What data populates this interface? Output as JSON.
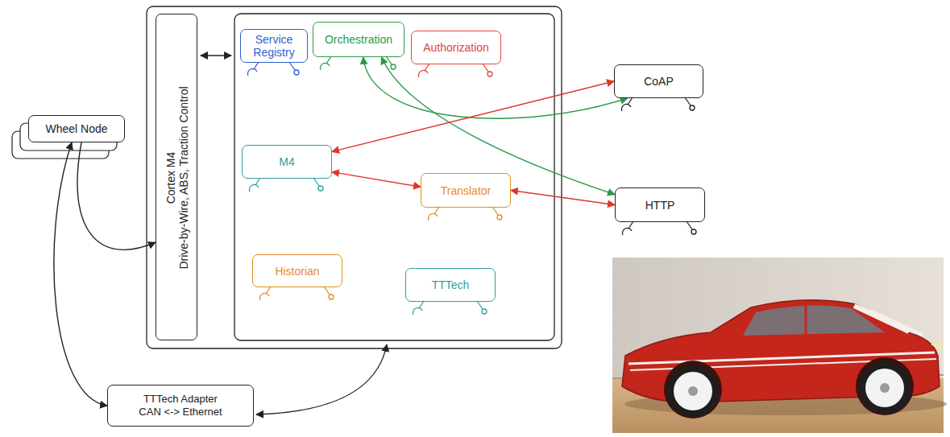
{
  "diagram": {
    "nodes": [
      {
        "text": [
          "Wheel Node"
        ]
      },
      {
        "text": [
          "Cortex M4",
          "Drive-by-Wire, ABS, Traction Control"
        ]
      },
      {
        "text": [
          "Service Registry"
        ]
      },
      {
        "text": [
          "Orchestration"
        ]
      },
      {
        "text": [
          "Authorization"
        ]
      },
      {
        "text": [
          "M4"
        ]
      },
      {
        "text": [
          "Translator"
        ]
      },
      {
        "text": [
          "Historian"
        ]
      },
      {
        "text": [
          "TTTech"
        ]
      },
      {
        "text": [
          "CoAP"
        ]
      },
      {
        "text": [
          "HTTP"
        ]
      },
      {
        "text": [
          "TTTech Adapter CAN <-> Ethernet"
        ]
      }
    ],
    "edges": [
      {
        "from": 0,
        "to": 1,
        "arrow": "to"
      },
      {
        "from": 0,
        "to": 11,
        "arrow": "both"
      },
      {
        "from": 3,
        "to": 9,
        "arrow": "both"
      },
      {
        "from": 3,
        "to": 10,
        "arrow": "both"
      },
      {
        "from": 9,
        "to": 5,
        "arrow": "both"
      },
      {
        "from": 5,
        "to": 6,
        "arrow": "both"
      },
      {
        "from": 6,
        "to": 10,
        "arrow": "both"
      }
    ]
  }
}
